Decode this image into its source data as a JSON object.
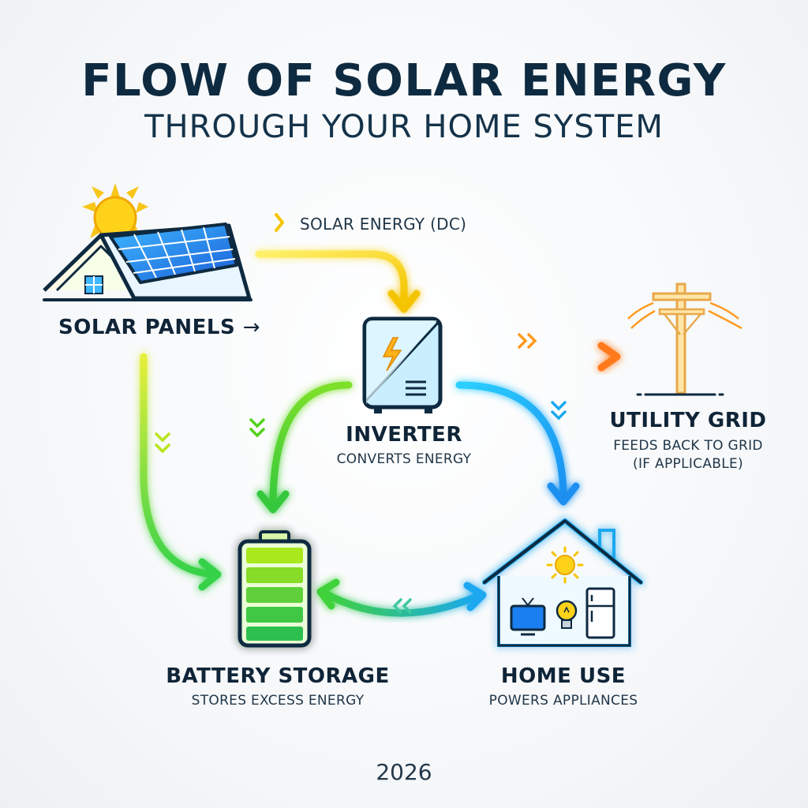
{
  "header": {
    "title": "FLOW OF SOLAR ENERGY",
    "subtitle": "THROUGH YOUR HOME SYSTEM"
  },
  "nodes": {
    "solar_panels": {
      "title": "SOLAR PANELS",
      "arrow": "→"
    },
    "inverter": {
      "title": "INVERTER",
      "subtitle": "CONVERTS ENERGY"
    },
    "utility_grid": {
      "title": "UTILITY GRID",
      "subtitle_line1": "FEEDS BACK TO GRID",
      "subtitle_line2": "(IF APPLICABLE)"
    },
    "battery": {
      "title": "BATTERY STORAGE",
      "subtitle": "STORES EXCESS ENERGY"
    },
    "home": {
      "title": "HOME USE",
      "subtitle": "POWERS APPLIANCES"
    }
  },
  "flows": {
    "solar_dc_label": "SOLAR ENERGY (DC)",
    "solar_dc_marker": "›"
  },
  "footer": {
    "year": "2026"
  },
  "colors": {
    "yellow": "#f5d800",
    "orange": "#ff9a1f",
    "green": "#55d21a",
    "lime": "#b8e61a",
    "blue": "#1aa8f0",
    "navy": "#0e2a40"
  }
}
